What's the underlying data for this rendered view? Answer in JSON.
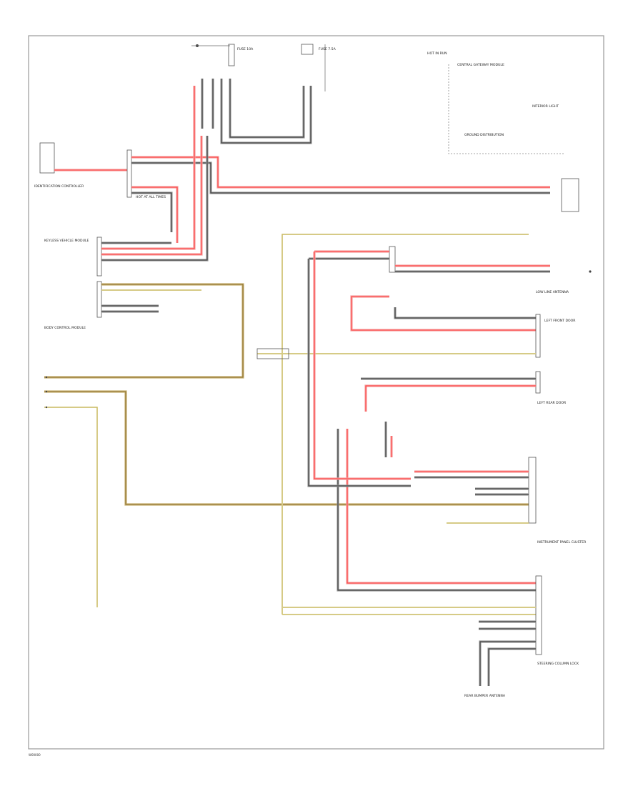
{
  "page": {
    "footer_code": "W00000",
    "colors": {
      "red": "#ff3b3b",
      "black": "#333333",
      "tan": "#c8b070",
      "yellow": "#e6dba0",
      "frame": "#9a9a9a"
    }
  },
  "modules": {
    "shield_fuse": "HOT AT ALL TIMES",
    "fuse_a": "FUSE 10A",
    "fuse_b": "FUSE 7.5A",
    "hot_in_run": "HOT IN RUN",
    "smart_module": "IDENTIFICATION CONTROLLER",
    "central_gateway": "CENTRAL GATEWAY MODULE",
    "ground_dist": "GROUND DISTRIBUTION",
    "body_ctrl": "BODY CONTROL MODULE",
    "interior_light": "INTERIOR LIGHT",
    "left_front_door": "LEFT FRONT DOOR",
    "left_rear_door": "LEFT REAR DOOR",
    "low_line_antenna": "LOW LINE ANTENNA",
    "keyless_vehicle": "KEYLESS VEHICLE MODULE",
    "instrument_panel": "INSTRUMENT PANEL CLUSTER",
    "steering_lock": "STEERING COLUMN LOCK",
    "rear_bumper": "REAR BUMPER ANTENNA"
  }
}
